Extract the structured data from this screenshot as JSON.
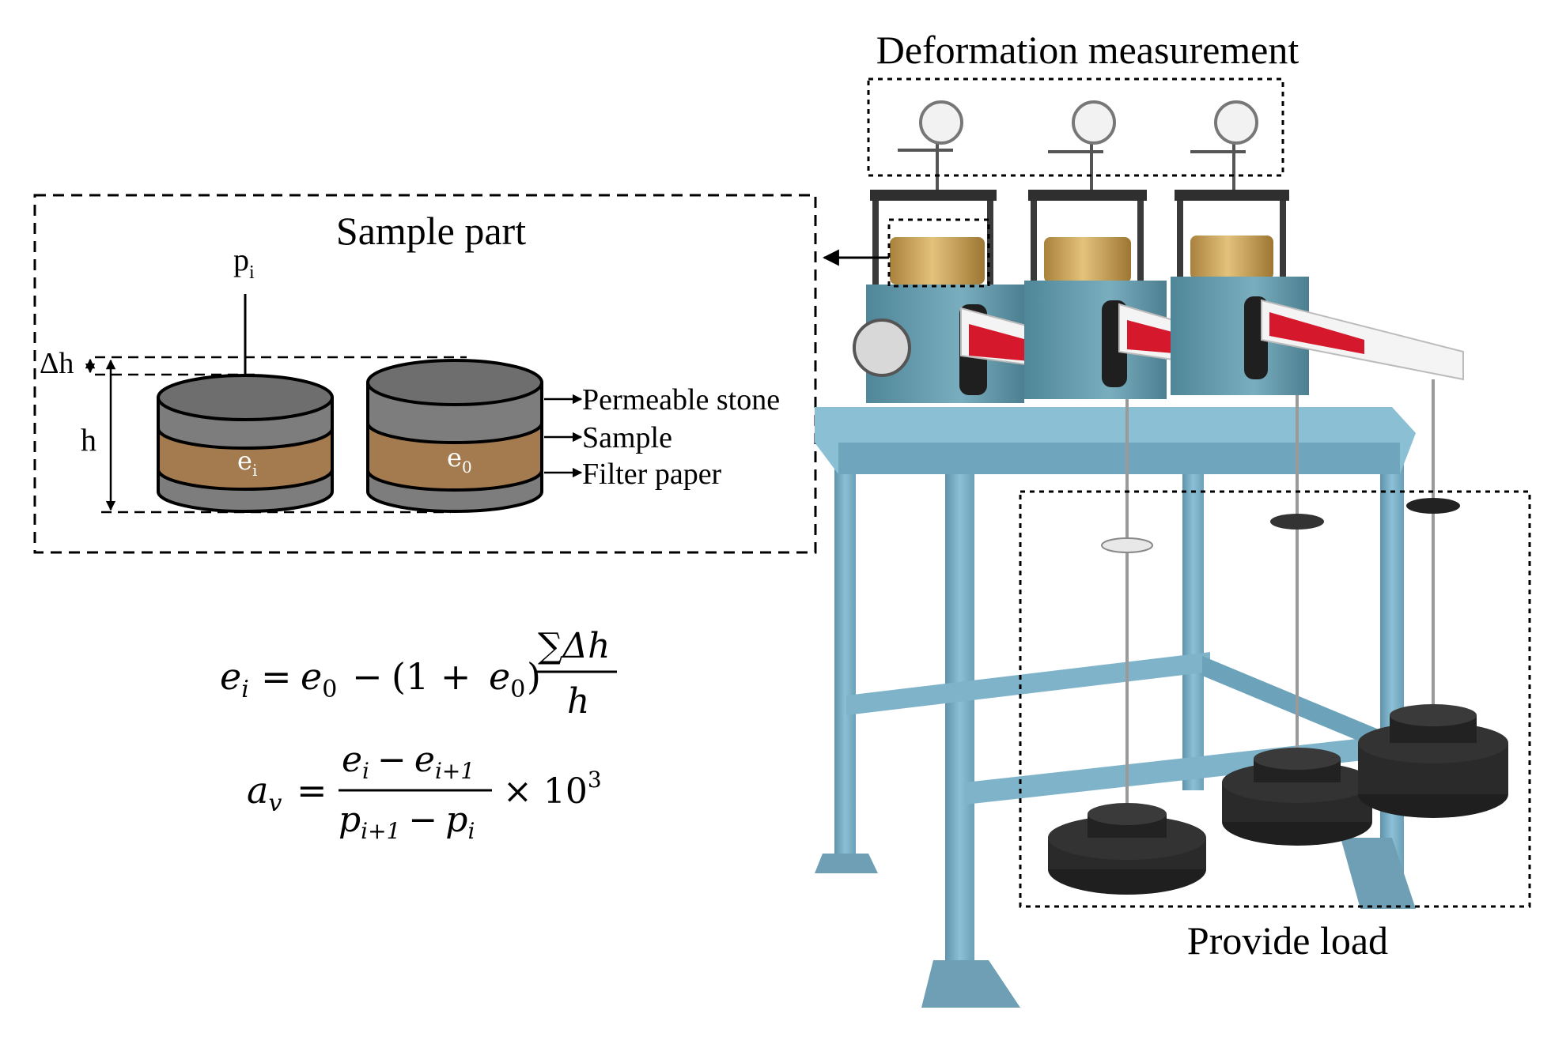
{
  "labels": {
    "deformation_measurement": "Deformation measurement",
    "sample_part": "Sample part",
    "provide_load": "Provide load",
    "permeable_stone": "Permeable stone",
    "sample": "Sample",
    "filter_paper": "Filter paper",
    "delta_h": "Δh",
    "h": "h",
    "p_i": {
      "base": "p",
      "sub": "i"
    },
    "e_i": {
      "base": "e",
      "sub": "i"
    },
    "e_0": {
      "base": "e",
      "sub": "0"
    }
  },
  "equations": {
    "void_ratio": {
      "lhs_base": "e",
      "lhs_sub": "i",
      "eq": "=",
      "t1_base": "e",
      "t1_sub": "0",
      "minus": "−",
      "paren_open": "(1 +",
      "t2_base": "e",
      "t2_sub": "0",
      "paren_close": ")",
      "numerator": "∑Δh",
      "denominator": "h"
    },
    "compressibility": {
      "lhs_base": "a",
      "lhs_sub": "v",
      "eq": "=",
      "num_a_base": "e",
      "num_a_sub": "i",
      "num_minus": "−",
      "num_b_base": "e",
      "num_b_sub": "i+1",
      "den_a_base": "p",
      "den_a_sub": "i+1",
      "den_minus": "−",
      "den_b_base": "p",
      "den_b_sub": "i",
      "times": "× 10",
      "exponent": "3"
    }
  },
  "colors": {
    "stone": "#7d7d7d",
    "stone_top": "#6e6e6e",
    "sample": "#a47a4f",
    "frame": "#86b9cf",
    "frame_dark": "#5f93ab",
    "brass": "#c9a45a",
    "red_arm": "#d5182b",
    "weight": "#1f1f1f"
  }
}
